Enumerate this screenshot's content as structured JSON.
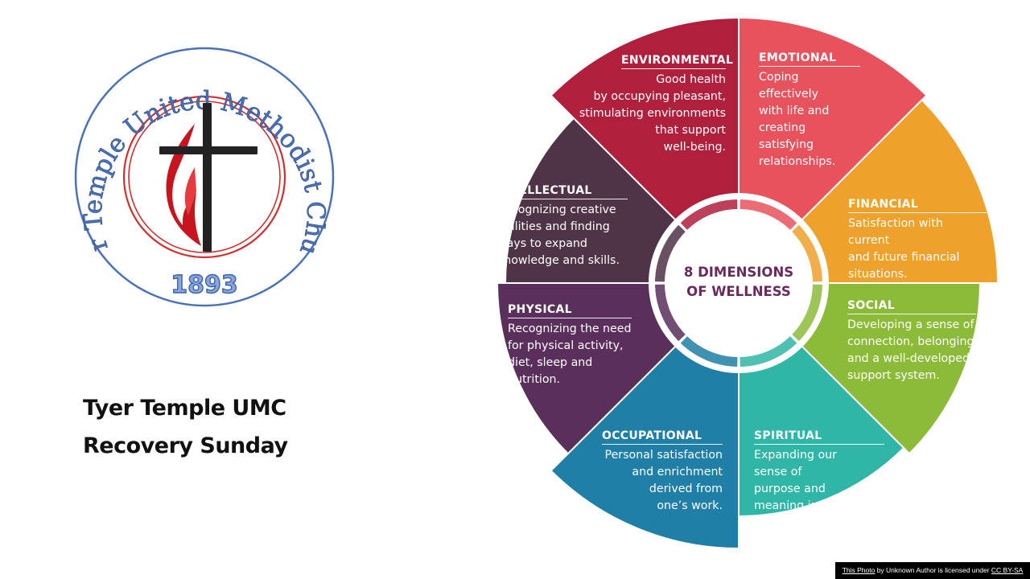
{
  "seal": {
    "arc_text": "Tyer Temple United Methodist Church",
    "year": "1893",
    "colors": {
      "ring": "#4a72b8",
      "inner_ring": "#d03030",
      "flame": "#c8141e",
      "cross": "#222222"
    },
    "icon": "cross-and-flame-icon"
  },
  "title": {
    "line1": "Tyer Temple UMC",
    "line2": "Recovery Sunday"
  },
  "wheel": {
    "center_line1": "8 DIMENSIONS",
    "center_line2": "OF WELLNESS",
    "dimensions": [
      {
        "heading": "EMOTIONAL",
        "body": "Coping\neffectively\nwith life and\ncreating satisfying\nrelationships.",
        "color": "#e8525d"
      },
      {
        "heading": "FINANCIAL",
        "body": "Satisfaction with current\nand future financial\nsituations.",
        "color": "#eea12b"
      },
      {
        "heading": "SOCIAL",
        "body": "Developing a sense of\nconnection, belonging\nand a well-developed\nsupport system.",
        "color": "#8cbb3a"
      },
      {
        "heading": "SPIRITUAL",
        "body": "Expanding our\nsense of\npurpose and\nmeaning in life.",
        "color": "#2fb6a6"
      },
      {
        "heading": "OCCUPATIONAL",
        "body": "Personal satisfaction\nand enrichment\nderived from\none’s work.",
        "color": "#1f7fa6"
      },
      {
        "heading": "PHYSICAL",
        "body": "Recognizing the need\nfor physical activity,\ndiet, sleep and\nnutrition.",
        "color": "#5a2f5c"
      },
      {
        "heading": "INTELLECTUAL",
        "body": "Recognizing creative\nabilities and finding\nways to expand\nknowledge and skills.",
        "color": "#4f3347"
      },
      {
        "heading": "ENVIRONMENTAL",
        "body": "Good health\nby occupying pleasant,\nstimulating environments\nthat support\nwell-being.",
        "color": "#b01f3c"
      }
    ]
  },
  "credit": {
    "photo_link": "This Photo",
    "middle": " by Unknown Author is licensed under ",
    "license_link": "CC BY-SA"
  }
}
